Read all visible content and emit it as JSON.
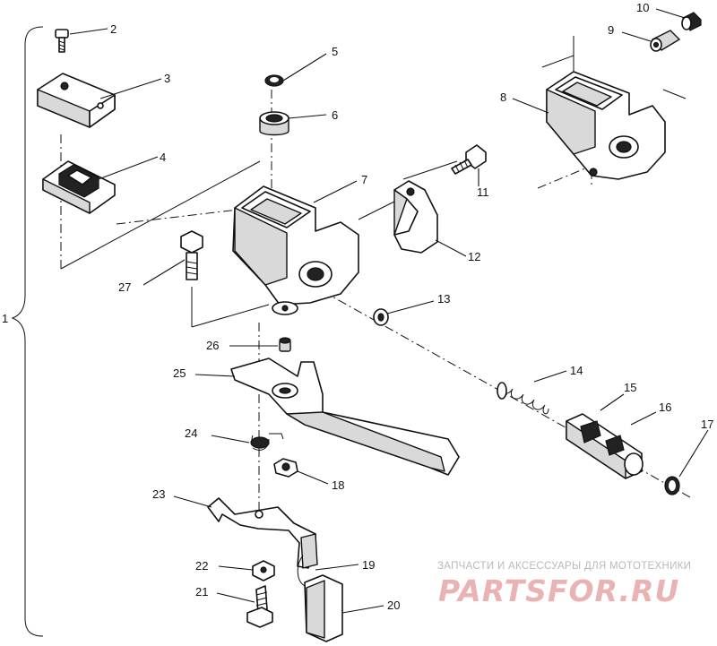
{
  "diagram": {
    "callouts": [
      {
        "id": "1",
        "label": "1"
      },
      {
        "id": "2",
        "label": "2"
      },
      {
        "id": "3",
        "label": "3"
      },
      {
        "id": "4",
        "label": "4"
      },
      {
        "id": "5",
        "label": "5"
      },
      {
        "id": "6",
        "label": "6"
      },
      {
        "id": "7",
        "label": "7"
      },
      {
        "id": "8",
        "label": "8"
      },
      {
        "id": "9",
        "label": "9"
      },
      {
        "id": "10",
        "label": "10"
      },
      {
        "id": "11",
        "label": "11"
      },
      {
        "id": "12",
        "label": "12"
      },
      {
        "id": "13",
        "label": "13"
      },
      {
        "id": "14",
        "label": "14"
      },
      {
        "id": "15",
        "label": "15"
      },
      {
        "id": "16",
        "label": "16"
      },
      {
        "id": "17",
        "label": "17"
      },
      {
        "id": "18",
        "label": "18"
      },
      {
        "id": "19",
        "label": "19"
      },
      {
        "id": "20",
        "label": "20"
      },
      {
        "id": "21",
        "label": "21"
      },
      {
        "id": "22",
        "label": "22"
      },
      {
        "id": "23",
        "label": "23"
      },
      {
        "id": "24",
        "label": "24"
      },
      {
        "id": "25",
        "label": "25"
      },
      {
        "id": "26",
        "label": "26"
      },
      {
        "id": "27",
        "label": "27"
      }
    ]
  },
  "watermark": {
    "caption": "ЗАПЧАСТИ И АКСЕССУАРЫ ДЛЯ МОТОТЕХНИКИ",
    "logo": "PARTSFOR.RU"
  }
}
